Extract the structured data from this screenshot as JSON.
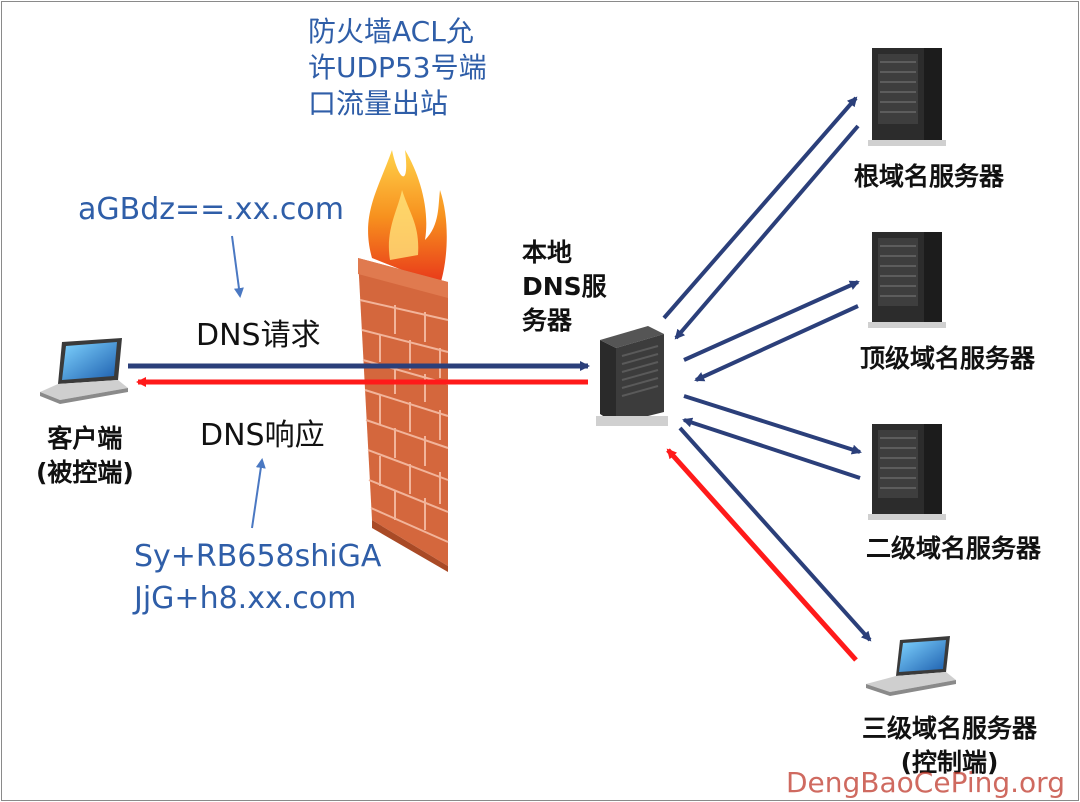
{
  "firewall_note": {
    "line1": "防火墙ACL允",
    "line2": "许UDP53号端",
    "line3": "口流量出站"
  },
  "request_payload": "aGBdz==.xx.com",
  "request_label": "DNS请求",
  "response_label": "DNS响应",
  "response_payload": {
    "line1": "Sy+RB658shiGA",
    "line2": "JjG+h8.xx.com"
  },
  "client": {
    "line1": "客户端",
    "line2": "(被控端)"
  },
  "local_dns": {
    "line1": "本地",
    "line2": "DNS服",
    "line3": "务器"
  },
  "servers": {
    "root": "根域名服务器",
    "tld": "顶级域名服务器",
    "second": "二级域名服务器",
    "third_line1": "三级域名服务器",
    "third_line2": "(控制端)"
  },
  "watermark": "DengBaoCePing.org",
  "colors": {
    "request_arrow": "#2b3f7a",
    "response_arrow": "#ff1a1a",
    "note_text": "#2f5ea8",
    "brick": "#d4673d"
  }
}
